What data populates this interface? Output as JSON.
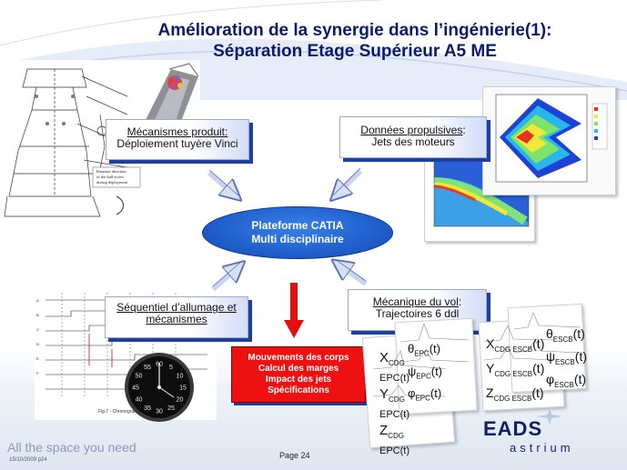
{
  "title": {
    "line1": "Amélioration de la synergie dans l’ingénierie(1):",
    "line2": "Séparation Etage Supérieur A5 ME"
  },
  "boxes": {
    "mecanismes": {
      "heading": "Mécanismes produit:",
      "body": "Déploiement tuyère Vinci"
    },
    "donnees": {
      "heading": "Données propulsives",
      "sep": ":",
      "body": "Jets des moteurs"
    },
    "sequentiel": {
      "heading": "Séquentiel d’allumage et mécanismes"
    },
    "mecanique": {
      "heading": "Mécanique du vol",
      "sep": ":",
      "body": "Trajectoires 6 ddl"
    }
  },
  "platform": {
    "line1": "Plateforme CATIA",
    "line2": "Multi disciplinaire"
  },
  "redbox": {
    "lines": [
      "Mouvements des corps",
      "Calcul des marges",
      "Impact des jets",
      "Spécifications"
    ]
  },
  "drawing_caption": {
    "line1": "Rotation  direction",
    "line2": "of the ball-screw",
    "line3": "during deployment"
  },
  "timeline_caption": "Fig 7 - Chronogramme",
  "dial_numbers": [
    "60",
    "5",
    "10",
    "15",
    "20",
    "25",
    "30",
    "35",
    "40",
    "45",
    "50",
    "55"
  ],
  "equations": {
    "c1": [
      {
        "v": "X",
        "s": "CDG"
      },
      {
        "v": "θ",
        "s": "EPC",
        "t": "(t)"
      },
      {
        "v": "ψ",
        "s": "EPC",
        "t": "(t)"
      },
      {
        "v": "φ",
        "s": "EPC",
        "t": "(t)"
      },
      {
        "v": "Y",
        "s": "CDG"
      },
      {
        "v": "Z",
        "s": "CDG"
      }
    ],
    "c1_extra": [
      "EPC(t)",
      "EPC(t)",
      "EPC(t)"
    ],
    "c2": [
      {
        "v": "X",
        "s": "CDG ESCB",
        "t": "(t)"
      },
      {
        "v": "Y",
        "s": "CDG ESCB",
        "t": "(t)"
      },
      {
        "v": "Z",
        "s": "CDG ESCB",
        "t": "(t)"
      }
    ],
    "c3": [
      {
        "v": "θ",
        "s": "ESCB",
        "t": "(t)"
      },
      {
        "v": "ψ",
        "s": "ESCB",
        "t": "(t)"
      },
      {
        "v": "φ",
        "s": "ESCB",
        "t": "(t)"
      }
    ]
  },
  "footer": {
    "tagline": "All the space you need",
    "date": "15/10/2009    p24",
    "page": "Page 24"
  },
  "logo": {
    "top": "EADS",
    "bottom": "astrium"
  },
  "colors": {
    "title": "#0a1a6e",
    "box_shadow": "#1e3f9e",
    "platform": "#1f5fcc",
    "redbox": "#ee1111",
    "arrow": "#e41010"
  }
}
